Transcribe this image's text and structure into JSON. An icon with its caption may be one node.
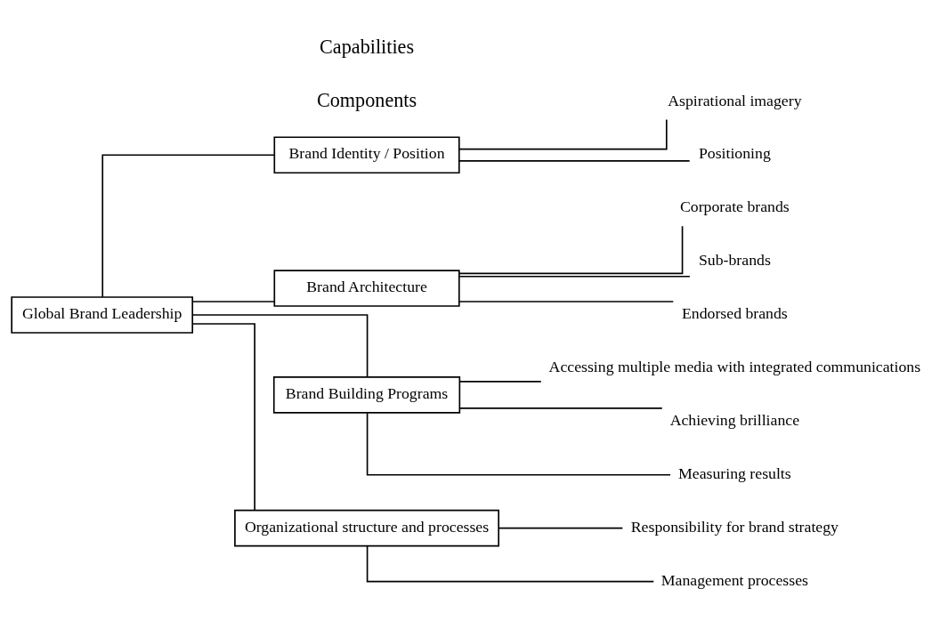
{
  "diagram": {
    "nodes": [
      {
        "text": [
          "Global Brand Leadership"
        ]
      },
      {
        "text": [
          "Brand Identity / Position"
        ]
      },
      {
        "text": [
          "Aspirational imagery"
        ]
      },
      {
        "text": [
          "Positioning"
        ]
      },
      {
        "text": [
          "Brand Architecture"
        ]
      },
      {
        "text": [
          "Corporate brands"
        ]
      },
      {
        "text": [
          "Sub-brands"
        ]
      },
      {
        "text": [
          "Endorsed brands"
        ]
      },
      {
        "text": [
          "Brand Building Programs"
        ]
      },
      {
        "text": [
          "Accessing multiple media with integrated communications"
        ]
      },
      {
        "text": [
          "Achieving brilliance"
        ]
      },
      {
        "text": [
          "Measuring results"
        ]
      },
      {
        "text": [
          "Organizational structure and processes"
        ]
      },
      {
        "text": [
          "Responsibility for brand strategy"
        ]
      },
      {
        "text": [
          "Management processes"
        ]
      }
    ],
    "edges": [
      {
        "from": 0,
        "to": 1,
        "arrow": "none"
      },
      {
        "from": 0,
        "to": 4,
        "arrow": "none"
      },
      {
        "from": 0,
        "to": 8,
        "arrow": "none"
      },
      {
        "from": 0,
        "to": 12,
        "arrow": "none"
      },
      {
        "from": 1,
        "to": 2,
        "arrow": "none"
      },
      {
        "from": 1,
        "to": 3,
        "arrow": "none"
      },
      {
        "from": 4,
        "to": 5,
        "arrow": "none"
      },
      {
        "from": 4,
        "to": 6,
        "arrow": "none"
      },
      {
        "from": 4,
        "to": 7,
        "arrow": "none"
      },
      {
        "from": 8,
        "to": 9,
        "arrow": "none"
      },
      {
        "from": 8,
        "to": 10,
        "arrow": "none"
      },
      {
        "from": 8,
        "to": 11,
        "arrow": "none"
      },
      {
        "from": 12,
        "to": 13,
        "arrow": "none"
      },
      {
        "from": 12,
        "to": 14,
        "arrow": "none"
      }
    ],
    "labels": [
      "Components",
      "Capabilities"
    ]
  }
}
